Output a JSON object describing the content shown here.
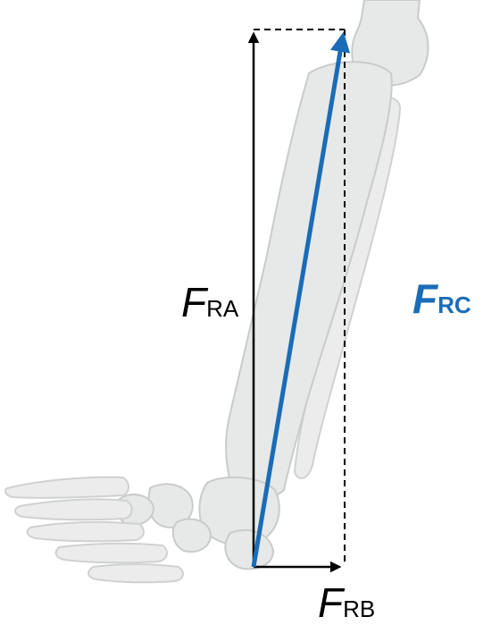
{
  "labels": {
    "fra": {
      "main": "F",
      "sub": "RA"
    },
    "frb": {
      "main": "F",
      "sub": "RB"
    },
    "frc": {
      "main": "F",
      "sub": "RC"
    }
  },
  "colors": {
    "force_black": "#000000",
    "resultant_blue": "#1a6cb7",
    "bone_fill": "#e7e8e8",
    "bone_stroke": "#c9cbcc",
    "dashed_lines": "#000000"
  },
  "icons": {
    "bones": "leg-skeleton-illustration"
  }
}
